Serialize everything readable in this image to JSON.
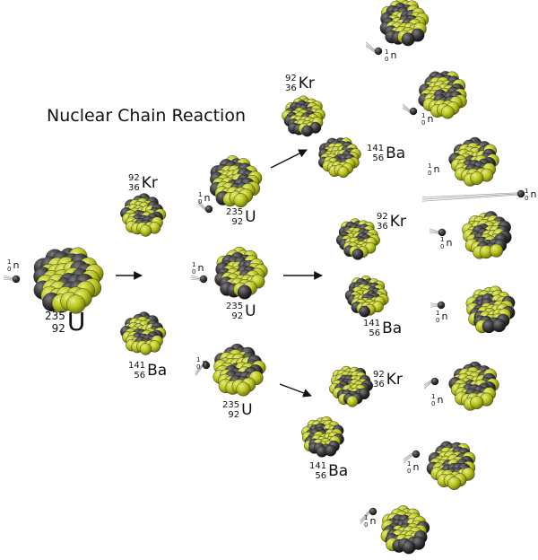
{
  "title": "Nuclear Chain Reaction",
  "labels": {
    "neutron": {
      "mass": "1",
      "atomic": "0",
      "symbol": "n"
    },
    "uranium": {
      "mass": "235",
      "atomic": "92",
      "symbol": "U"
    },
    "krypton": {
      "mass": "92",
      "atomic": "36",
      "symbol": "Kr"
    },
    "barium": {
      "mass": "141",
      "atomic": "56",
      "symbol": "Ba"
    }
  },
  "colors": {
    "proton": "#b7c21d",
    "neutron_particle": "#3a3a3c",
    "arrow": "#111111"
  }
}
